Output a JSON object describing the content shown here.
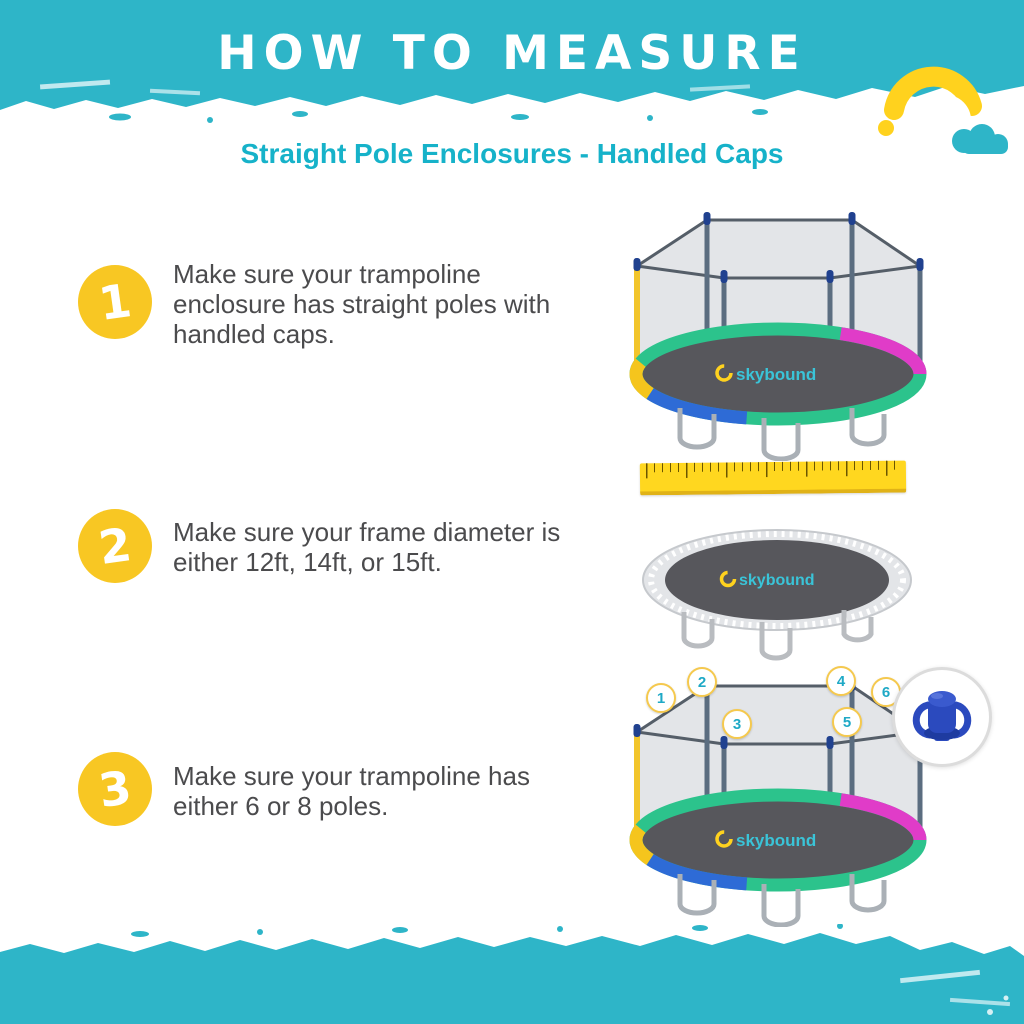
{
  "header": {
    "title": "HOW TO MEASURE"
  },
  "subtitle": "Straight Pole Enclosures - Handled Caps",
  "steps": [
    {
      "number": "1",
      "text": "Make sure your trampoline enclosure has straight poles with handled caps."
    },
    {
      "number": "2",
      "text": "Make sure your frame diameter is either 12ft, 14ft, or 15ft."
    },
    {
      "number": "3",
      "text": "Make sure your trampoline has either 6 or 8 poles."
    }
  ],
  "illustration": {
    "brand": "skybound",
    "pole_labels": [
      "1",
      "2",
      "3",
      "4",
      "5",
      "6"
    ]
  },
  "colors": {
    "teal": "#2eb5c8",
    "yellow": "#f8c723",
    "subtitle_teal": "#16b2c9",
    "body_text": "#4b4b4d",
    "pad_green": "#2cc38c",
    "pad_blue": "#2e6bd6",
    "pad_magenta": "#e03cc8",
    "pad_yellow": "#f5c51d",
    "mat_gray": "#57575c",
    "cap_navy": "#2b4abe",
    "ruler_yellow": "#ffd71f"
  }
}
